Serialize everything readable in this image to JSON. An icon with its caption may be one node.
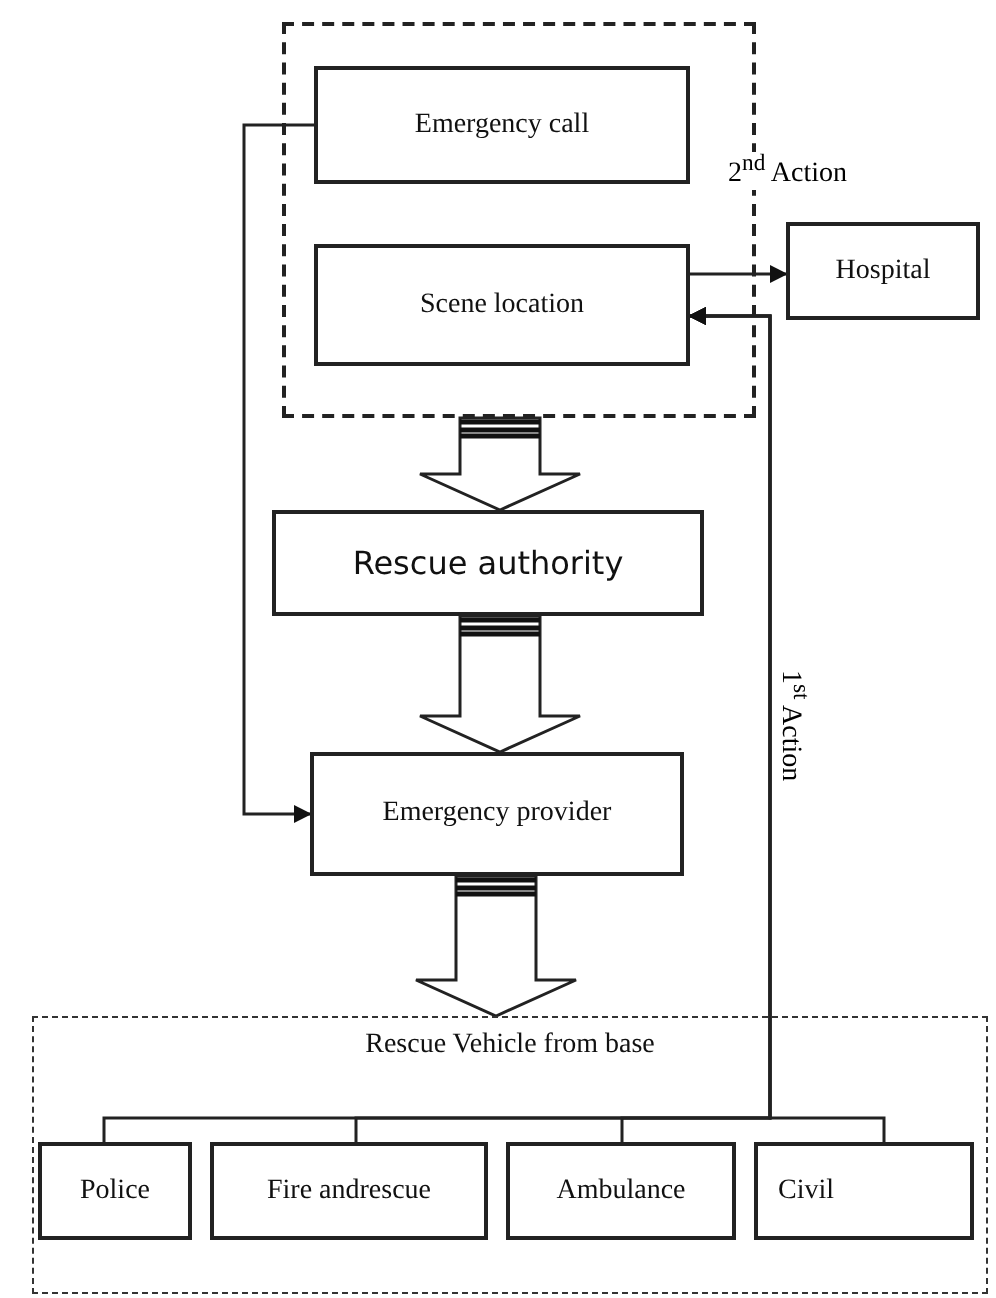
{
  "diagram": {
    "nodes": [
      {
        "text": [],
        "shape": "box"
      },
      {
        "text": [
          "Emergency call"
        ],
        "in": 0
      },
      {
        "text": [
          "Scene location"
        ],
        "in": 0
      },
      {
        "text": [
          "Hospital"
        ]
      },
      {
        "text": [
          "Rescue authority"
        ]
      },
      {
        "text": [
          "Emergency provider"
        ]
      },
      {
        "text": [
          "Rescue Vehicle from base"
        ]
      },
      {
        "text": [
          "Police"
        ],
        "in": 6
      },
      {
        "text": [
          "Fire andrescue"
        ],
        "in": 6
      },
      {
        "text": [
          "Ambulance"
        ],
        "in": 6
      },
      {
        "text": [
          "Civil"
        ],
        "in": 6
      }
    ],
    "edges": [
      {
        "from": 1,
        "to": 5,
        "arrow": "to"
      },
      {
        "from": 2,
        "to": 3,
        "arrow": "to",
        "label": "2$^{nd}$ Action"
      },
      {
        "from": 10,
        "to": 2,
        "arrow": "to",
        "label": "1$^{st}$ Action"
      },
      {
        "from": 7,
        "to": 2,
        "arrow": "to"
      },
      {
        "from": 8,
        "to": 2,
        "arrow": "to"
      },
      {
        "from": 9,
        "to": 2,
        "arrow": "to"
      },
      {
        "from": 0,
        "to": 4,
        "arrow": "to",
        "style": "thick"
      },
      {
        "from": 4,
        "to": 5,
        "arrow": "to",
        "style": "thick"
      },
      {
        "from": 5,
        "to": 6,
        "arrow": "to",
        "style": "thick"
      }
    ]
  }
}
